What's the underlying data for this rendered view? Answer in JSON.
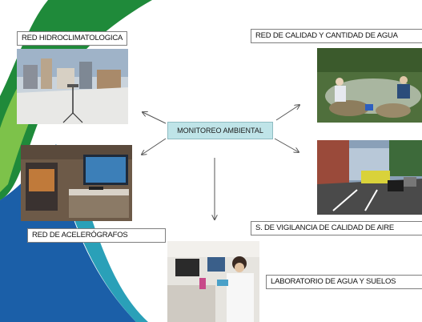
{
  "center_label": "MONITOREO  AMBIENTAL",
  "nodes": [
    {
      "label": "RED HIDROCLIMATOLOGICA",
      "photo": "rooftop weather station"
    },
    {
      "label": "RED DE CALIDAD Y CANTIDAD DE AGUA",
      "photo": "river water sampling"
    },
    {
      "label": "RED DE ACELERÓGRAFOS",
      "photo": "control room monitor"
    },
    {
      "label": "S. DE VIGILANCIA DE CALIDAD DE AIRE",
      "photo": "city street traffic"
    },
    {
      "label": "LABORATORIO DE AGUA Y SUELOS",
      "photo": "laboratory technician"
    }
  ],
  "colors": {
    "green": "#1f8a3a",
    "blue": "#1b5fa8",
    "center_fill": "#bfe4e8"
  }
}
